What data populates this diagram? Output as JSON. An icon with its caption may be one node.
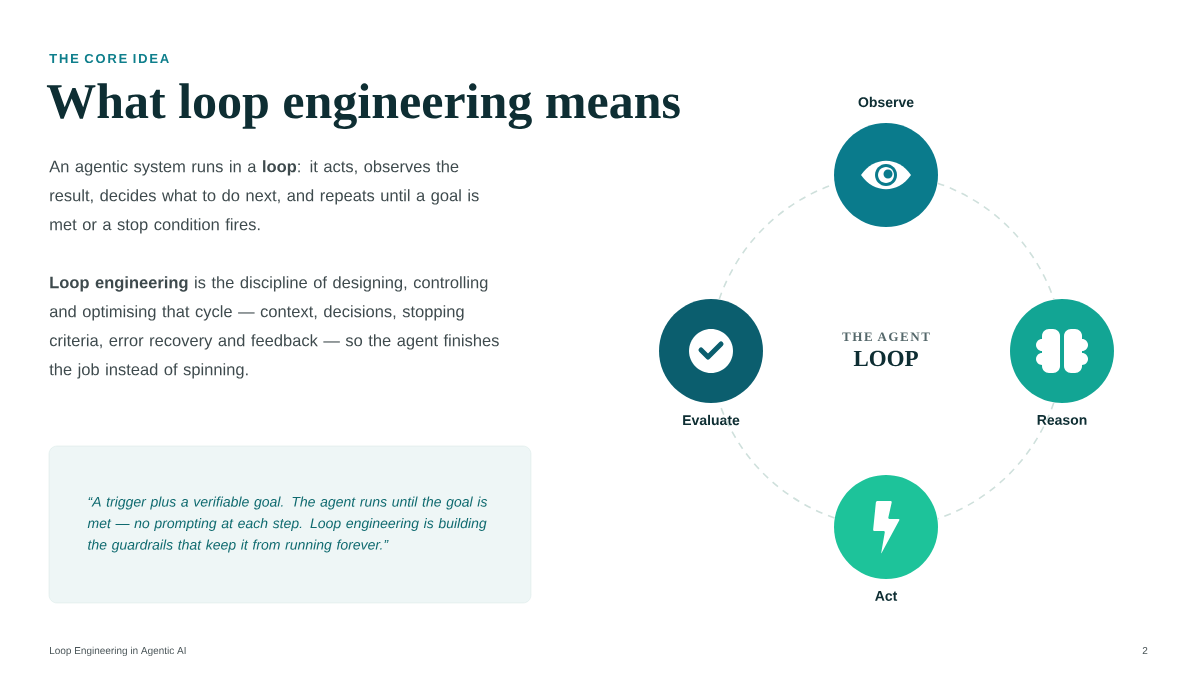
{
  "diagram": {
    "title": "What loop engineering means",
    "nodes": [
      {
        "text": [
          "Observe"
        ]
      },
      {
        "text": [
          "Reason"
        ]
      },
      {
        "text": [
          "Act"
        ]
      },
      {
        "text": [
          "Evaluate"
        ]
      },
      {
        "text": [
          "“A trigger plus a verifiable goal. The agent runs until the goal is met — no prompting at each step. Loop engineering is building the guardrails that keep it from running forever.”"
        ]
      }
    ],
    "edges": [
      {
        "from": 0,
        "to": 1,
        "arrow": "none",
        "style": "dashed"
      },
      {
        "from": 1,
        "to": 2,
        "arrow": "none",
        "style": "dashed"
      },
      {
        "from": 2,
        "to": 3,
        "arrow": "none",
        "style": "dashed"
      },
      {
        "from": 3,
        "to": 0,
        "arrow": "none",
        "style": "dashed"
      }
    ],
    "labels": [
      "THE CORE IDEA",
      "An agentic system runs in a **loop**: it acts, observes the result, decides what to do next, and repeats until a goal is met or a stop condition fires.",
      "**Loop engineering** is the discipline of designing, controlling and optimising that cycle — context, decisions, stopping criteria, error recovery and feedback — so the agent finishes the job instead of spinning.",
      "THE AGENT",
      "LOOP",
      "Loop Engineering in Agentic AI",
      "2"
    ]
  }
}
